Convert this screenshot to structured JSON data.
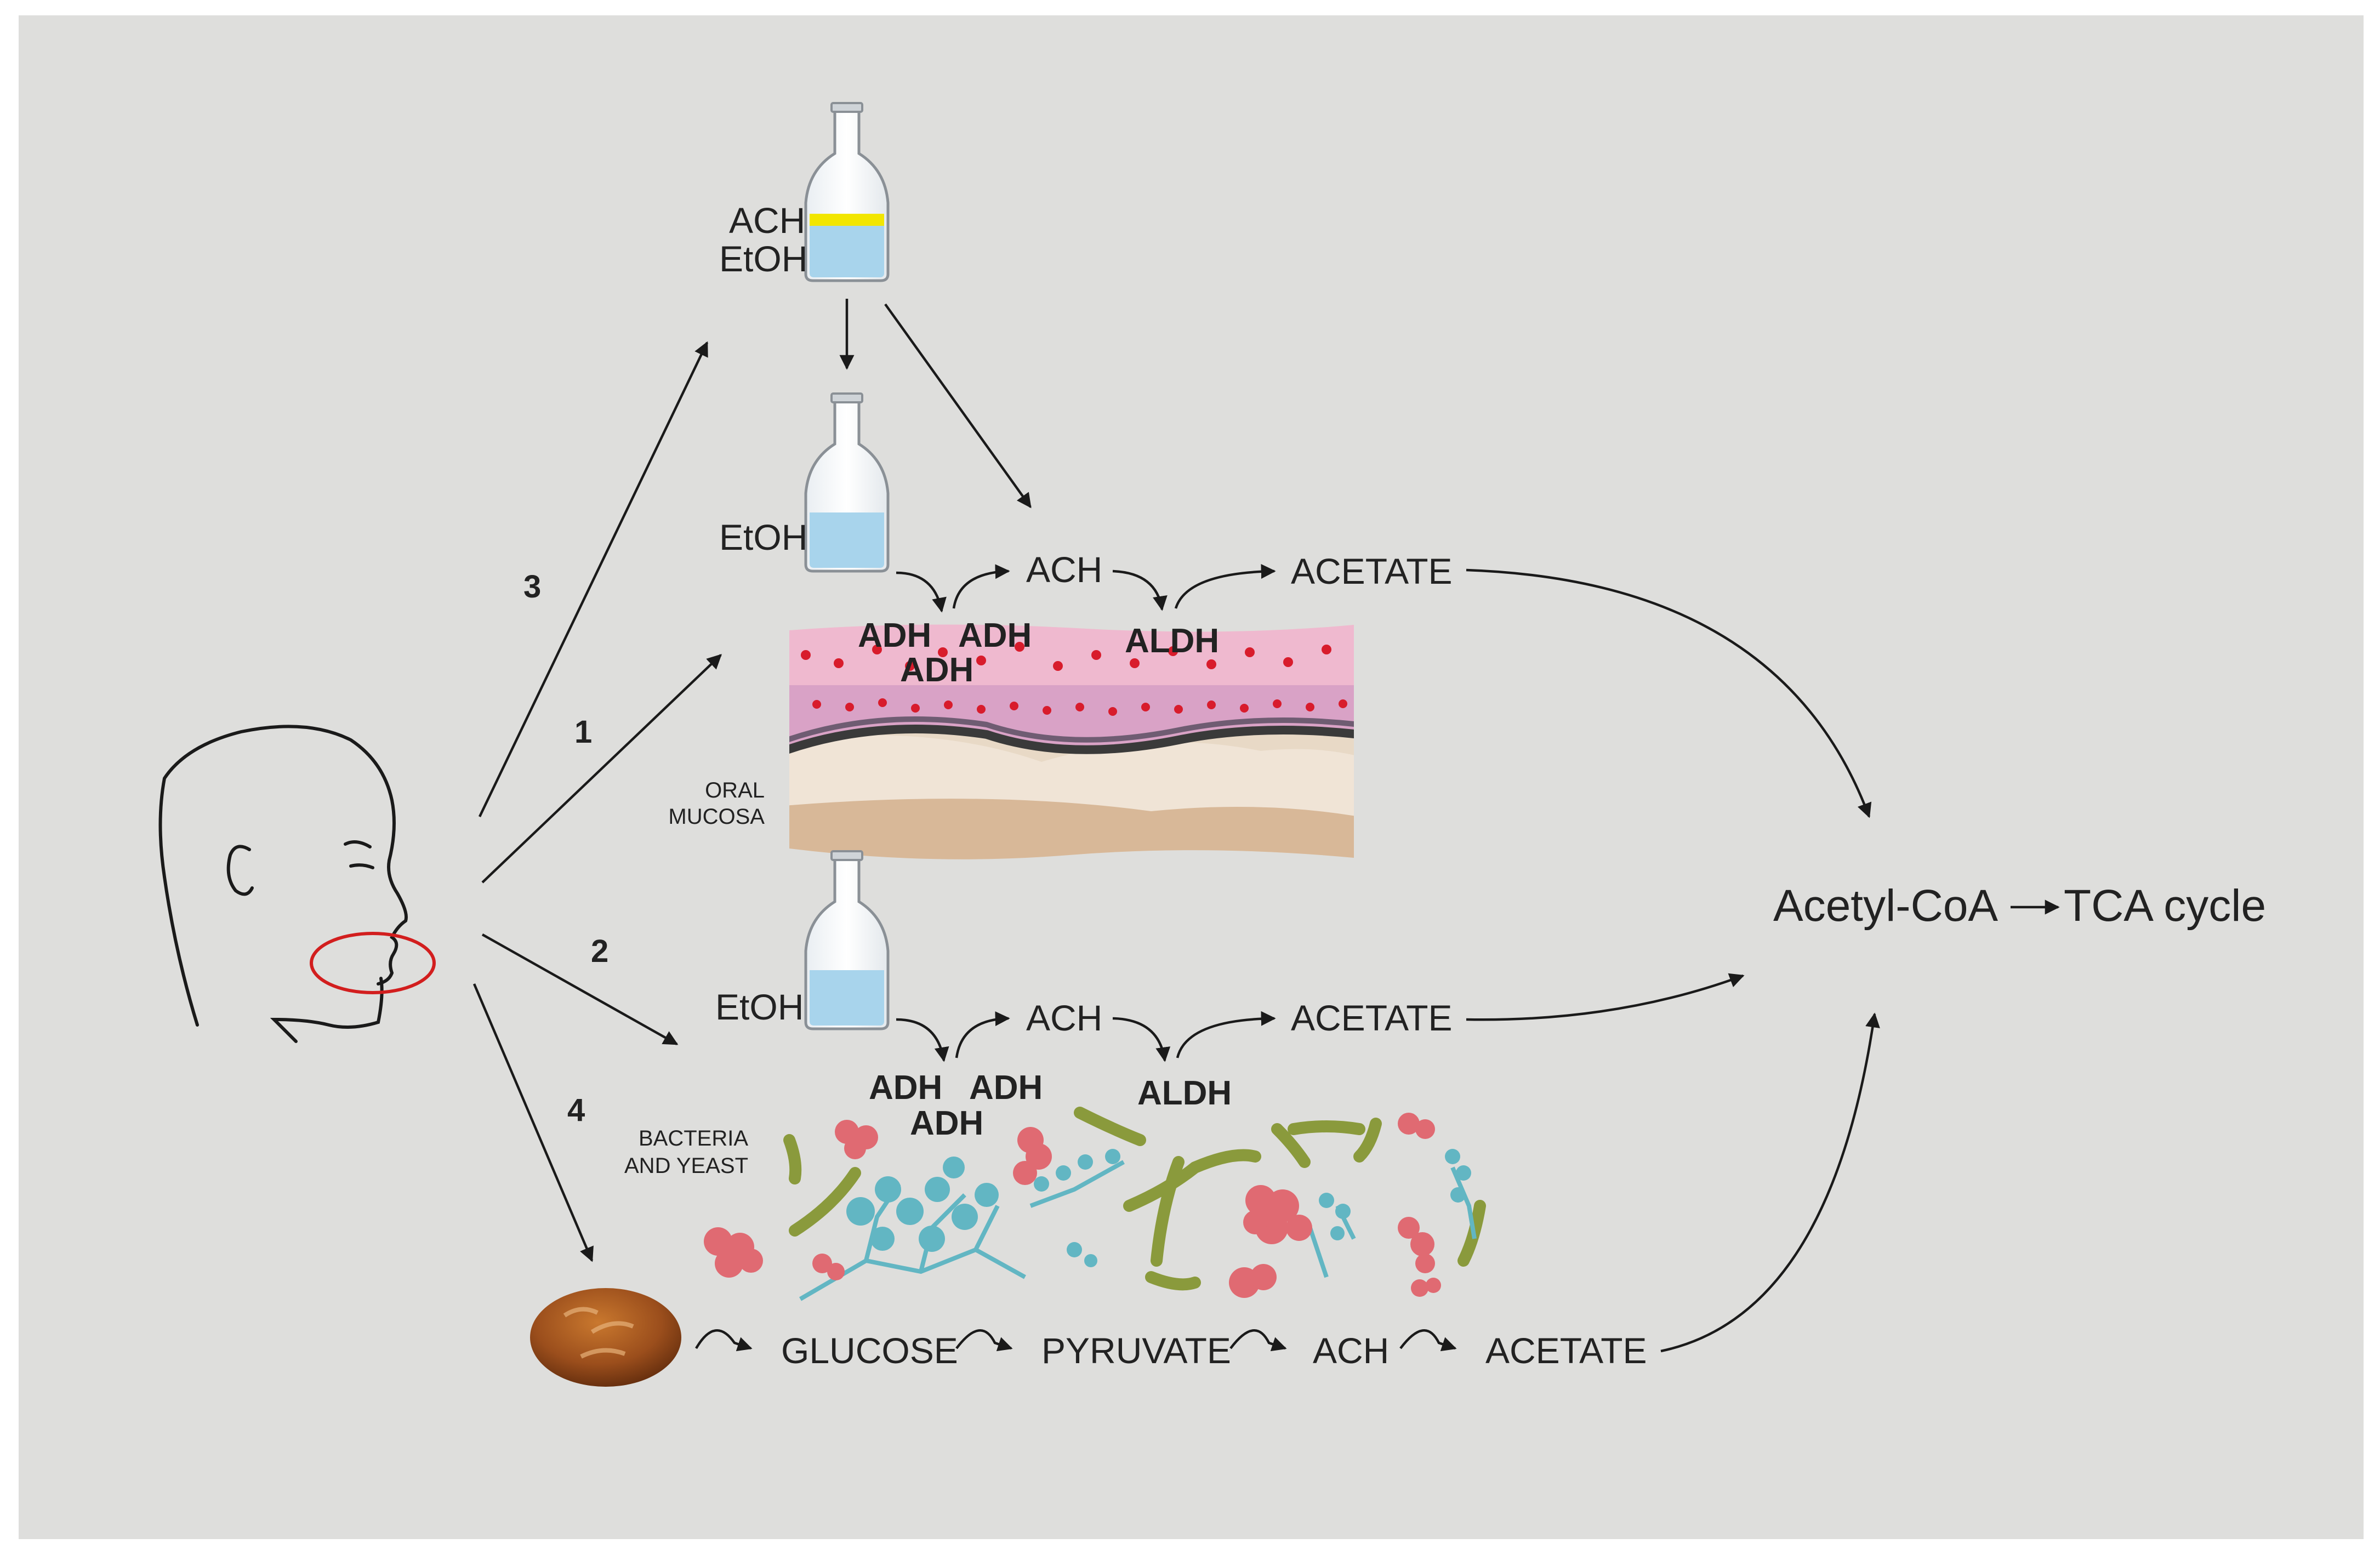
{
  "labels": {
    "top_bottle_ach": "ACH",
    "top_bottle_etoh": "EtOH",
    "mid_bottle_etoh": "EtOH",
    "low_bottle_etoh": "EtOH",
    "mucosa_ach": "ACH",
    "mucosa_acetate": "ACETATE",
    "mucosa_adh_1": "ADH",
    "mucosa_adh_2": "ADH",
    "mucosa_adh_3": "ADH",
    "mucosa_aldh": "ALDH",
    "oral_mucosa_line1": "ORAL",
    "oral_mucosa_line2": "MUCOSA",
    "microbe_ach": "ACH",
    "microbe_acetate": "ACETATE",
    "microbe_adh_1": "ADH",
    "microbe_adh_2": "ADH",
    "microbe_adh_3": "ADH",
    "microbe_aldh": "ALDH",
    "bacteria_line1": "BACTERIA",
    "bacteria_line2": "AND YEAST",
    "glucose": "GLUCOSE",
    "pyruvate": "PYRUVATE",
    "bread_ach": "ACH",
    "bread_acetate": "ACETATE",
    "acetyl_coa": "Acetyl-CoA",
    "tca_cycle": "TCA cycle",
    "route_1": "1",
    "route_2": "2",
    "route_3": "3",
    "route_4": "4"
  },
  "icons": [
    "human-head-icon",
    "bottle-icon",
    "oral-mucosa-tissue-icon",
    "microbes-icon",
    "bread-icon"
  ],
  "colors": {
    "background_frame": "#dededc",
    "liquid_etoh": "#a8d4ec",
    "liquid_ach": "#f2e600",
    "mouth_circle": "#d21e1e",
    "cell_nucleus": "#d81c2c",
    "cell_body": "#ecc9de",
    "basal_membrane": "#3a3a3a",
    "connective_tissue": "#e8d9c6",
    "bacteria_red": "#e06a72",
    "bacteria_green": "#8a9a3c",
    "yeast_teal": "#62b6c3",
    "bread": "#9b4e1c"
  }
}
